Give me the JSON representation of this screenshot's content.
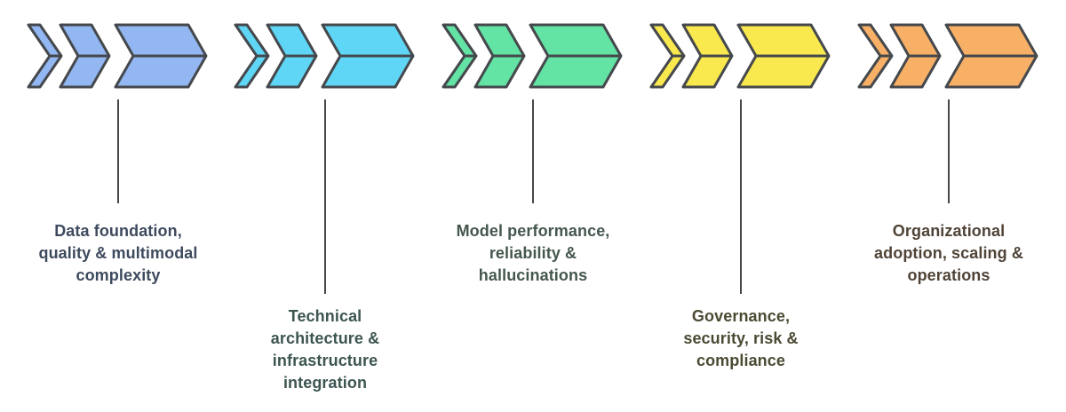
{
  "style": {
    "background": "#ffffff",
    "outline_color": "#45484c",
    "connector_color": "#474747"
  },
  "stages": [
    {
      "id": 1,
      "fill": "#92b7f2",
      "label_color": "#3e4a5e",
      "connector": "short",
      "label": "Data foundation,\nquality & multimodal\ncomplexity"
    },
    {
      "id": 2,
      "fill": "#5fd6f6",
      "label_color": "#3d5551",
      "connector": "long",
      "label": "Technical\narchitecture &\ninfrastructure\nintegration"
    },
    {
      "id": 3,
      "fill": "#63e3a4",
      "label_color": "#45574d",
      "connector": "short",
      "label": "Model performance,\nreliability &\nhallucinations"
    },
    {
      "id": 4,
      "fill": "#f9e94f",
      "label_color": "#4b4a33",
      "connector": "long",
      "label": "Governance,\nsecurity, risk &\ncompliance"
    },
    {
      "id": 5,
      "fill": "#f7b066",
      "label_color": "#4f4337",
      "connector": "short",
      "label": "Organizational\nadoption, scaling &\noperations"
    }
  ]
}
